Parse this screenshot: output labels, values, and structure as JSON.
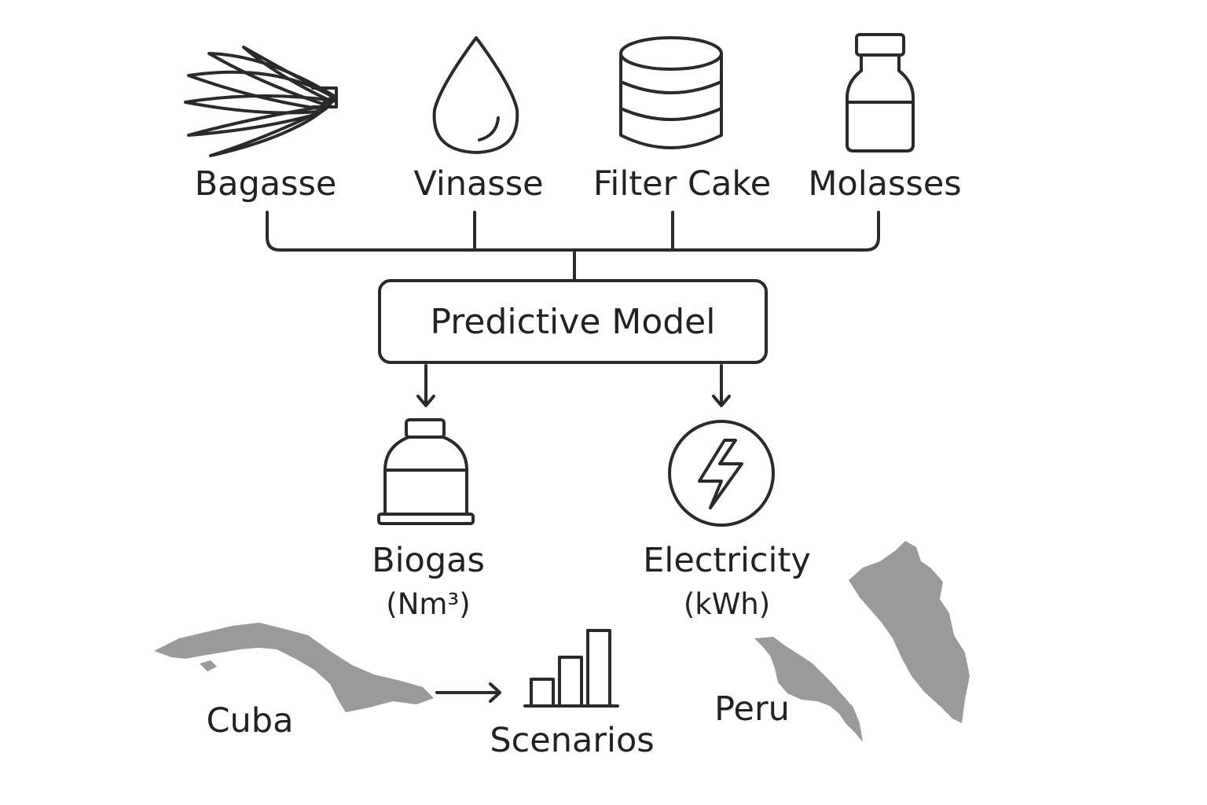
{
  "inputs": {
    "bagasse": "Bagasse",
    "vinasse": "Vinasse",
    "filter_cake": "Filter Cake",
    "molasses": "Molasses"
  },
  "model": {
    "label": "Predictive Model"
  },
  "outputs": {
    "biogas": {
      "label": "Biogas",
      "unit": "(Nm³)"
    },
    "electricity": {
      "label": "Electricity",
      "unit": "(kWh)"
    }
  },
  "regions": {
    "cuba": "Cuba",
    "peru": "Peru"
  },
  "scenarios": {
    "label": "Scenarios"
  },
  "colors": {
    "stroke": "#2a2a2a",
    "map_fill": "#9a9a9a",
    "text": "#222222"
  }
}
